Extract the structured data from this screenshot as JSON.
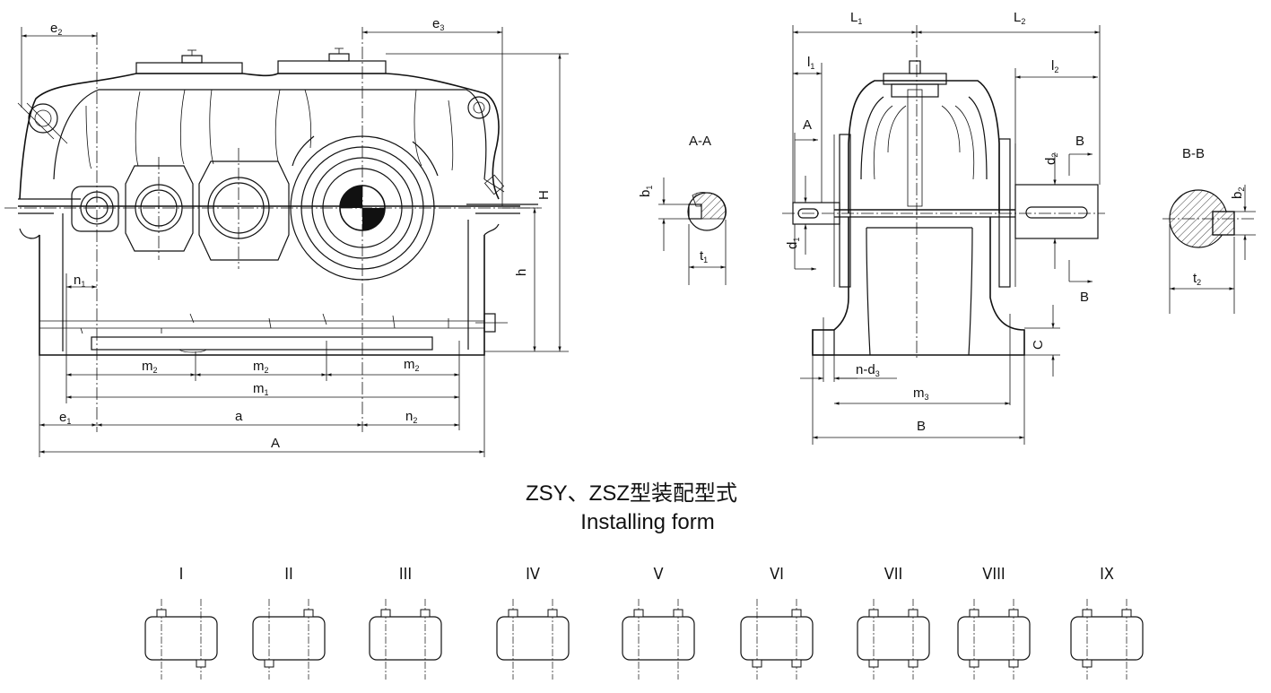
{
  "front_view": {
    "dims": {
      "e2": "e2",
      "e3": "e3",
      "H": "H",
      "h": "h",
      "n1": "n1",
      "m2_left": "m2",
      "m2_mid": "m2",
      "m2_right": "m2",
      "m1": "m1",
      "e1": "e1",
      "a": "a",
      "n2": "n2",
      "A": "A"
    }
  },
  "section_a": {
    "title": "A-A",
    "dims": {
      "b1": "b1",
      "t1": "t1"
    }
  },
  "side_view": {
    "dims": {
      "L1": "L1",
      "L2": "L2",
      "l1": "l1",
      "l2": "l2",
      "A": "A",
      "d1": "d1",
      "d2": "d2",
      "B_top": "B",
      "B_bottom": "B",
      "C": "C",
      "nd3": "n-d3",
      "m3": "m3",
      "B": "B"
    }
  },
  "section_b": {
    "title": "B-B",
    "dims": {
      "b2": "b2",
      "t2": "t2"
    }
  },
  "installing": {
    "title_cn": "ZSY、ZSZ型装配型式",
    "title_en": "Installing form",
    "forms": [
      {
        "label": "I",
        "top": [
          1,
          0
        ],
        "bottom": [
          0,
          1
        ]
      },
      {
        "label": "II",
        "top": [
          0,
          1
        ],
        "bottom": [
          1,
          0
        ]
      },
      {
        "label": "III",
        "top": [
          1,
          1
        ],
        "bottom": [
          0,
          0
        ]
      },
      {
        "label": "IV",
        "top": [
          1,
          1
        ],
        "bottom": [
          0,
          0
        ]
      },
      {
        "label": "V",
        "top": [
          1,
          1
        ],
        "bottom": [
          0,
          0
        ]
      },
      {
        "label": "VI",
        "top": [
          0,
          1
        ],
        "bottom": [
          1,
          1
        ]
      },
      {
        "label": "VII",
        "top": [
          1,
          1
        ],
        "bottom": [
          1,
          1
        ]
      },
      {
        "label": "VIII",
        "top": [
          1,
          1
        ],
        "bottom": [
          1,
          1
        ]
      },
      {
        "label": "IX",
        "top": [
          1,
          1
        ],
        "bottom": [
          1,
          0
        ]
      }
    ]
  }
}
